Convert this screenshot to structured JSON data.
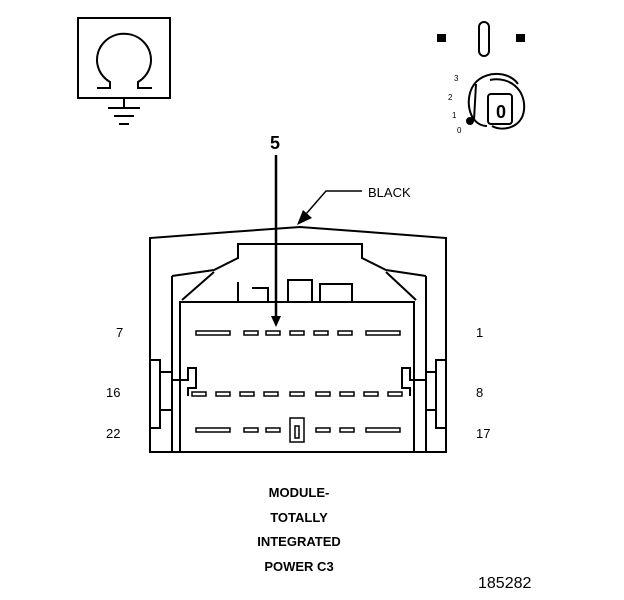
{
  "callout": "5",
  "wire_color": "BLACK",
  "ignition": {
    "positions": [
      "3",
      "2",
      "1",
      "0"
    ],
    "key_label": "0"
  },
  "pins": {
    "top_left": "7",
    "top_right": "1",
    "middle_left": "16",
    "middle_right": "8",
    "bottom_left": "22",
    "bottom_right": "17"
  },
  "caption": [
    "MODULE-",
    "TOTALLY",
    "INTEGRATED",
    "POWER C3"
  ],
  "figure_number": "185282",
  "icons": {
    "symbol": "ohm-over-ground-icon",
    "switch": "ignition-key-switch-icon"
  },
  "colors": {
    "ink": "#000000",
    "paper": "#ffffff"
  }
}
